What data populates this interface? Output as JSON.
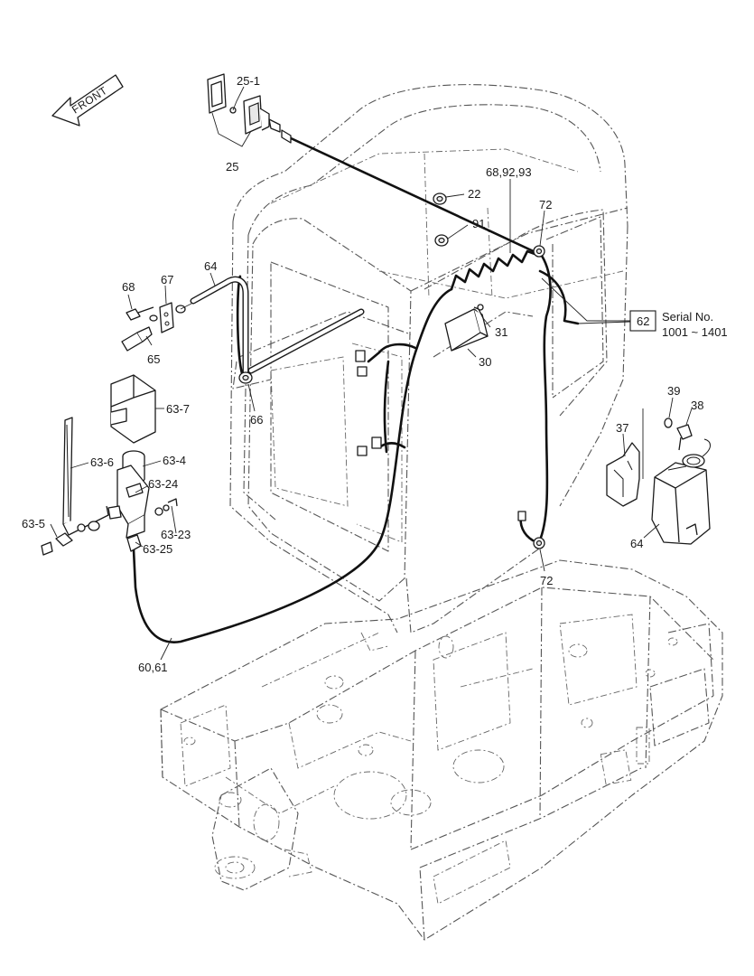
{
  "front_label": "FRONT",
  "serial": {
    "label": "Serial No.",
    "range": "1001 ~ 1401"
  },
  "callouts": [
    {
      "id": "c-25-1",
      "text": "25-1"
    },
    {
      "id": "c-25",
      "text": "25"
    },
    {
      "id": "c-68-92-93",
      "text": "68,92,93"
    },
    {
      "id": "c-22",
      "text": "22"
    },
    {
      "id": "c-91",
      "text": "91"
    },
    {
      "id": "c-72-top",
      "text": "72"
    },
    {
      "id": "c-64-hose",
      "text": "64"
    },
    {
      "id": "c-67",
      "text": "67"
    },
    {
      "id": "c-68",
      "text": "68"
    },
    {
      "id": "c-65",
      "text": "65"
    },
    {
      "id": "c-62",
      "text": "62"
    },
    {
      "id": "c-31",
      "text": "31"
    },
    {
      "id": "c-30",
      "text": "30"
    },
    {
      "id": "c-63-7",
      "text": "63-7"
    },
    {
      "id": "c-66",
      "text": "66"
    },
    {
      "id": "c-39",
      "text": "39"
    },
    {
      "id": "c-38",
      "text": "38"
    },
    {
      "id": "c-37",
      "text": "37"
    },
    {
      "id": "c-63-6",
      "text": "63-6"
    },
    {
      "id": "c-63-4",
      "text": "63-4"
    },
    {
      "id": "c-63-24",
      "text": "63-24"
    },
    {
      "id": "c-63-5",
      "text": "63-5"
    },
    {
      "id": "c-63-23",
      "text": "63-23"
    },
    {
      "id": "c-63-25",
      "text": "63-25"
    },
    {
      "id": "c-64-tank",
      "text": "64"
    },
    {
      "id": "c-72-bottom",
      "text": "72"
    },
    {
      "id": "c-60-61",
      "text": "60,61"
    }
  ],
  "colors": {
    "line": "#1a1a1a",
    "ghost": "#555555",
    "background": "#ffffff"
  }
}
